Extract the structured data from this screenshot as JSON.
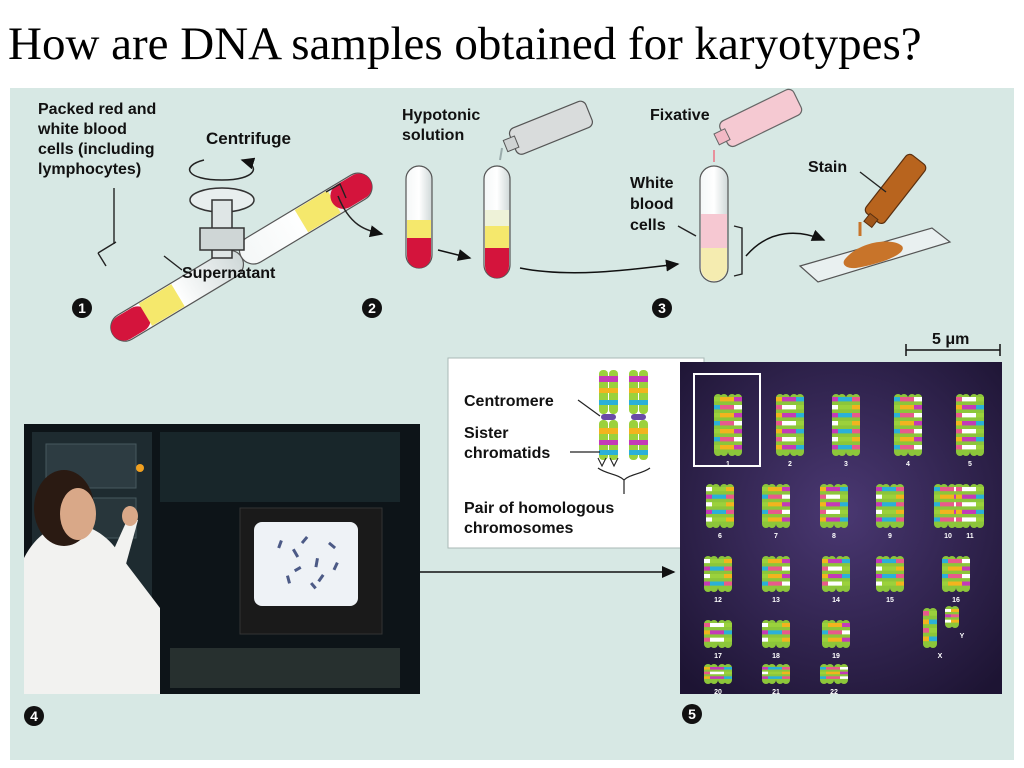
{
  "title": "How are DNA samples obtained for karyotypes?",
  "step_numbers": [
    "1",
    "2",
    "3",
    "4",
    "5"
  ],
  "labels": {
    "packed_cells": [
      "Packed red and",
      "white blood",
      "cells (including",
      "lymphocytes)"
    ],
    "centrifuge": "Centrifuge",
    "supernatant": "Supernatant",
    "hypotonic": [
      "Hypotonic",
      "solution"
    ],
    "fixative": "Fixative",
    "white_blood_cells": [
      "White",
      "blood",
      "cells"
    ],
    "stain": "Stain",
    "scale_bar": "5 μm",
    "centromere": "Centromere",
    "sister_chromatids": [
      "Sister",
      "chromatids"
    ],
    "homologous_pair": [
      "Pair of homologous",
      "chromosomes"
    ]
  },
  "karyotype_labels": [
    "1",
    "2",
    "3",
    "4",
    "5",
    "6",
    "7",
    "8",
    "9",
    "10",
    "11",
    "12",
    "13",
    "14",
    "15",
    "16",
    "17",
    "18",
    "19",
    "20",
    "21",
    "22",
    "X",
    "Y"
  ],
  "colors": {
    "panel_bg": "#d7e8e4",
    "blood_red": "#d4143c",
    "plasma_yellow": "#f5e86c",
    "karyotype_bg": "#2a1d45",
    "stain_brown": "#c8742a"
  }
}
